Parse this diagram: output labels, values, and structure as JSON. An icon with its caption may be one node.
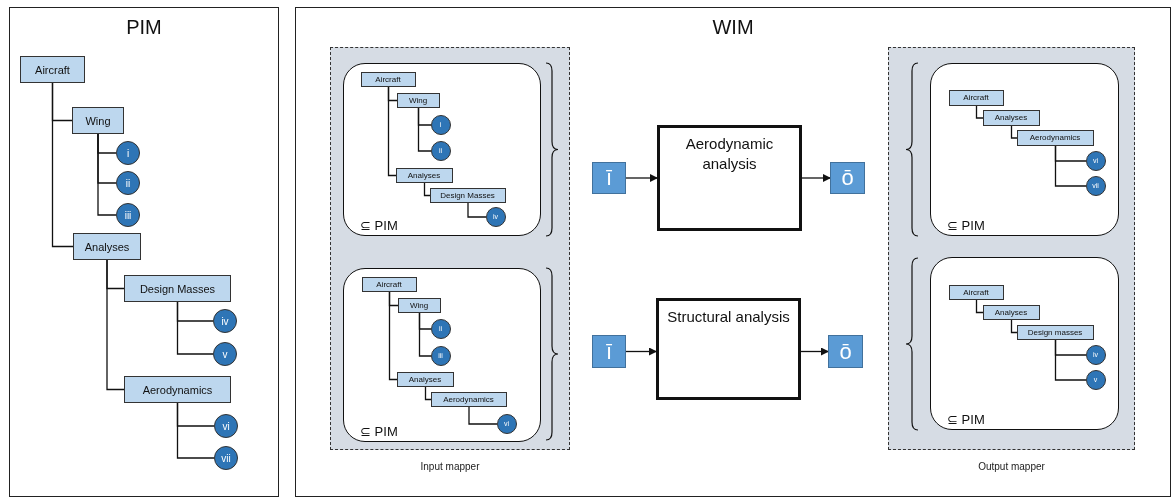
{
  "diagram": {
    "nodes": [
      {
        "text": [
          "PIM"
        ]
      },
      {
        "text": [
          "Aircraft"
        ],
        "in": 0
      },
      {
        "text": [
          "Wing"
        ],
        "in": 0
      },
      {
        "text": [
          "i"
        ],
        "in": 0
      },
      {
        "text": [
          "ii"
        ],
        "in": 0
      },
      {
        "text": [
          "iii"
        ],
        "in": 0
      },
      {
        "text": [
          "Analyses"
        ],
        "in": 0
      },
      {
        "text": [
          "Design Masses"
        ],
        "in": 0
      },
      {
        "text": [
          "iv"
        ],
        "in": 0
      },
      {
        "text": [
          "v"
        ],
        "in": 0
      },
      {
        "text": [
          "Aerodynamics"
        ],
        "in": 0
      },
      {
        "text": [
          "vi"
        ],
        "in": 0
      },
      {
        "text": [
          "vii"
        ],
        "in": 0
      },
      {
        "text": [
          "WIM"
        ]
      },
      {
        "text": [
          "Input mapper"
        ],
        "in": 13
      },
      {
        "text": [
          "⊆ PIM"
        ],
        "in": 14
      },
      {
        "text": [
          "Aircraft"
        ],
        "in": 15
      },
      {
        "text": [
          "Wing"
        ],
        "in": 15
      },
      {
        "text": [
          "i"
        ],
        "in": 15
      },
      {
        "text": [
          "ii"
        ],
        "in": 15
      },
      {
        "text": [
          "Analyses"
        ],
        "in": 15
      },
      {
        "text": [
          "Design Masses"
        ],
        "in": 15
      },
      {
        "text": [
          "iv"
        ],
        "in": 15
      },
      {
        "text": [
          "⊆ PIM"
        ],
        "in": 14
      },
      {
        "text": [
          "Aircraft"
        ],
        "in": 23
      },
      {
        "text": [
          "Wing"
        ],
        "in": 23
      },
      {
        "text": [
          "ii"
        ],
        "in": 23
      },
      {
        "text": [
          "iii"
        ],
        "in": 23
      },
      {
        "text": [
          "Analyses"
        ],
        "in": 23
      },
      {
        "text": [
          "Aerodynamics"
        ],
        "in": 23
      },
      {
        "text": [
          "vi"
        ],
        "in": 23
      },
      {
        "text": [
          "ī"
        ],
        "in": 13
      },
      {
        "text": [
          "Aerodynamic analysis"
        ],
        "in": 13
      },
      {
        "text": [
          "ō"
        ],
        "in": 13
      },
      {
        "text": [
          "ī"
        ],
        "in": 13
      },
      {
        "text": [
          "Structural analysis"
        ],
        "in": 13
      },
      {
        "text": [
          "ō"
        ],
        "in": 13
      },
      {
        "text": [
          "Output mapper"
        ],
        "in": 13
      },
      {
        "text": [
          "⊆ PIM"
        ],
        "in": 37
      },
      {
        "text": [
          "Aircraft"
        ],
        "in": 38
      },
      {
        "text": [
          "Analyses"
        ],
        "in": 38
      },
      {
        "text": [
          "Aerodynamics"
        ],
        "in": 38
      },
      {
        "text": [
          "vi"
        ],
        "in": 38
      },
      {
        "text": [
          "vii"
        ],
        "in": 38
      },
      {
        "text": [
          "⊆ PIM"
        ],
        "in": 37
      },
      {
        "text": [
          "Aircraft"
        ],
        "in": 44
      },
      {
        "text": [
          "Analyses"
        ],
        "in": 44
      },
      {
        "text": [
          "Design masses"
        ],
        "in": 44
      },
      {
        "text": [
          "iv"
        ],
        "in": 44
      },
      {
        "text": [
          "v"
        ],
        "in": 44
      }
    ],
    "edges": [
      {
        "from": 1,
        "to": 2,
        "arrow": "none"
      },
      {
        "from": 2,
        "to": 3,
        "arrow": "none"
      },
      {
        "from": 2,
        "to": 4,
        "arrow": "none"
      },
      {
        "from": 2,
        "to": 5,
        "arrow": "none"
      },
      {
        "from": 1,
        "to": 6,
        "arrow": "none"
      },
      {
        "from": 6,
        "to": 7,
        "arrow": "none"
      },
      {
        "from": 7,
        "to": 8,
        "arrow": "none"
      },
      {
        "from": 7,
        "to": 9,
        "arrow": "none"
      },
      {
        "from": 6,
        "to": 10,
        "arrow": "none"
      },
      {
        "from": 10,
        "to": 11,
        "arrow": "none"
      },
      {
        "from": 10,
        "to": 12,
        "arrow": "none"
      },
      {
        "from": 16,
        "to": 17,
        "arrow": "none"
      },
      {
        "from": 17,
        "to": 18,
        "arrow": "none"
      },
      {
        "from": 17,
        "to": 19,
        "arrow": "none"
      },
      {
        "from": 16,
        "to": 20,
        "arrow": "none"
      },
      {
        "from": 20,
        "to": 21,
        "arrow": "none"
      },
      {
        "from": 21,
        "to": 22,
        "arrow": "none"
      },
      {
        "from": 24,
        "to": 25,
        "arrow": "none"
      },
      {
        "from": 25,
        "to": 26,
        "arrow": "none"
      },
      {
        "from": 25,
        "to": 27,
        "arrow": "none"
      },
      {
        "from": 24,
        "to": 28,
        "arrow": "none"
      },
      {
        "from": 28,
        "to": 29,
        "arrow": "none"
      },
      {
        "from": 29,
        "to": 30,
        "arrow": "none"
      },
      {
        "from": 31,
        "to": 32,
        "arrow": "to"
      },
      {
        "from": 32,
        "to": 33,
        "arrow": "to"
      },
      {
        "from": 34,
        "to": 35,
        "arrow": "to"
      },
      {
        "from": 35,
        "to": 36,
        "arrow": "to"
      },
      {
        "from": 39,
        "to": 40,
        "arrow": "none"
      },
      {
        "from": 40,
        "to": 41,
        "arrow": "none"
      },
      {
        "from": 41,
        "to": 42,
        "arrow": "none"
      },
      {
        "from": 41,
        "to": 43,
        "arrow": "none"
      },
      {
        "from": 45,
        "to": 46,
        "arrow": "none"
      },
      {
        "from": 46,
        "to": 47,
        "arrow": "none"
      },
      {
        "from": 47,
        "to": 48,
        "arrow": "none"
      },
      {
        "from": 47,
        "to": 49,
        "arrow": "none"
      }
    ]
  }
}
